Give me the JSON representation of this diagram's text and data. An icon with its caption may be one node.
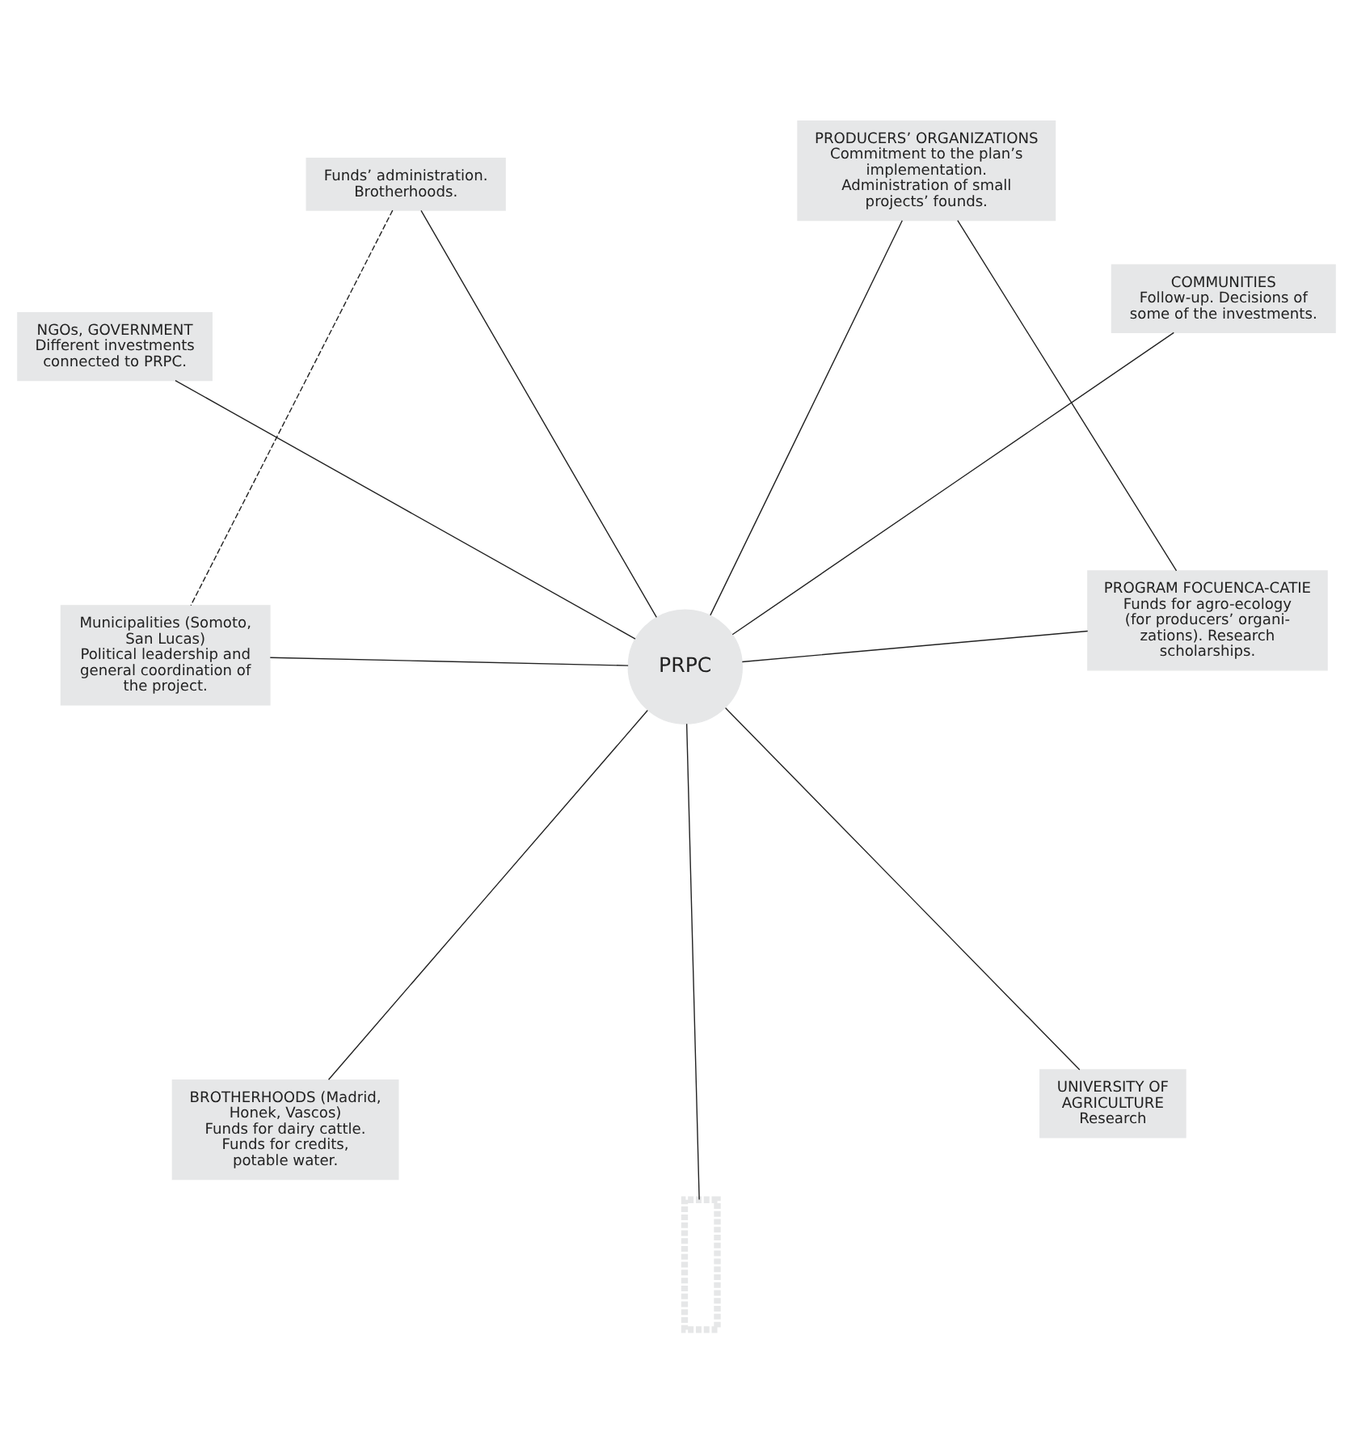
{
  "diagram": {
    "nodes": [
      {
        "text": [
          "NGOs, GOVERNMENT",
          "Different investments connected to PRPC."
        ]
      },
      {
        "text": [
          "COMMUNITIES",
          "Follow-up. Decisions of some of the investments."
        ]
      },
      {
        "text": [],
        "shape": "box"
      },
      {
        "text": [
          "Funds’ administration. Brotherhoods."
        ]
      },
      {
        "text": [
          "PRODUCERS’ ORGANIZATIONS",
          "Commitment to the plan’s implementation. Administration of small projects’ founds."
        ]
      },
      {
        "text": [
          "PRPC"
        ]
      },
      {
        "text": [
          "Municipalities (Somoto, San Lucas)",
          "Political leadership and general coordination of the project."
        ]
      },
      {
        "text": [
          "PROGRAM FOCUENCA-CATIE",
          "Funds for agro-ecology (for producers’ organi-zations). Research scholarships."
        ]
      },
      {
        "text": [
          "BROTHERHOODS (Madrid, Honek, Vascos)",
          "Funds for dairy cattle. Funds for credits, potable water."
        ]
      },
      {
        "text": [
          "UNIVERSITY OF AGRICULTURE",
          "Research"
        ]
      }
    ],
    "edges": [
      {
        "from": 0,
        "to": 5,
        "arrow": "none"
      },
      {
        "from": 1,
        "to": 5,
        "arrow": "none"
      },
      {
        "from": 2,
        "to": 5,
        "arrow": "none"
      },
      {
        "from": 3,
        "to": 5,
        "arrow": "none"
      },
      {
        "from": 3,
        "to": 6,
        "arrow": "none",
        "style": "dashed"
      },
      {
        "from": 4,
        "to": 5,
        "arrow": "none"
      },
      {
        "from": 5,
        "to": 6,
        "arrow": "none"
      },
      {
        "from": 4,
        "to": 7,
        "arrow": "none"
      },
      {
        "from": 7,
        "to": 5,
        "arrow": "none"
      },
      {
        "from": 5,
        "to": 8,
        "arrow": "none"
      },
      {
        "from": 5,
        "to": 9,
        "arrow": "none"
      }
    ]
  }
}
